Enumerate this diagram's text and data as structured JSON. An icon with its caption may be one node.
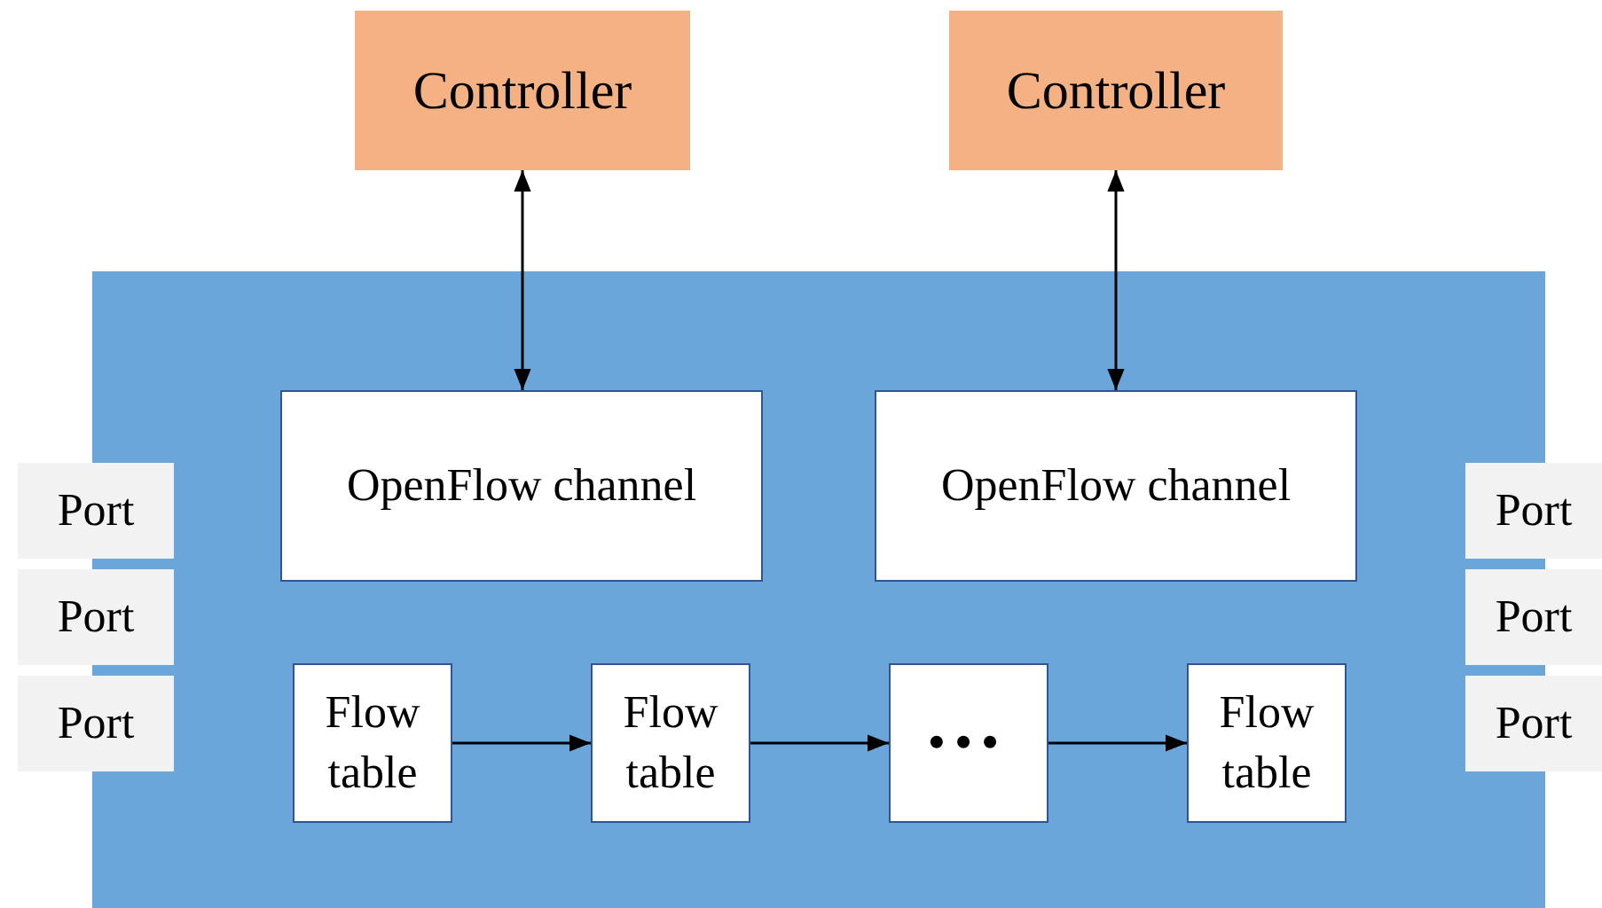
{
  "diagram": {
    "nodes": [
      {
        "text": [
          "Controller"
        ]
      },
      {
        "text": [
          "Controller"
        ]
      },
      {
        "text": [],
        "shape": "box"
      },
      {
        "text": [
          "OpenFlow channel"
        ],
        "in": 2
      },
      {
        "text": [
          "OpenFlow channel"
        ],
        "in": 2
      },
      {
        "text": [
          "Flow table"
        ],
        "in": 2
      },
      {
        "text": [
          "Flow table"
        ],
        "in": 2
      },
      {
        "text": [
          "•••"
        ],
        "in": 2
      },
      {
        "text": [
          "Flow table"
        ],
        "in": 2
      },
      {
        "text": [
          "Port"
        ]
      },
      {
        "text": [
          "Port"
        ]
      },
      {
        "text": [
          "Port"
        ]
      },
      {
        "text": [
          "Port"
        ]
      },
      {
        "text": [
          "Port"
        ]
      },
      {
        "text": [
          "Port"
        ]
      }
    ],
    "edges": [
      {
        "from": 0,
        "to": 3,
        "arrow": "both"
      },
      {
        "from": 1,
        "to": 4,
        "arrow": "both"
      },
      {
        "from": 5,
        "to": 6,
        "arrow": "to"
      },
      {
        "from": 6,
        "to": 7,
        "arrow": "to"
      },
      {
        "from": 7,
        "to": 8,
        "arrow": "to"
      }
    ]
  }
}
